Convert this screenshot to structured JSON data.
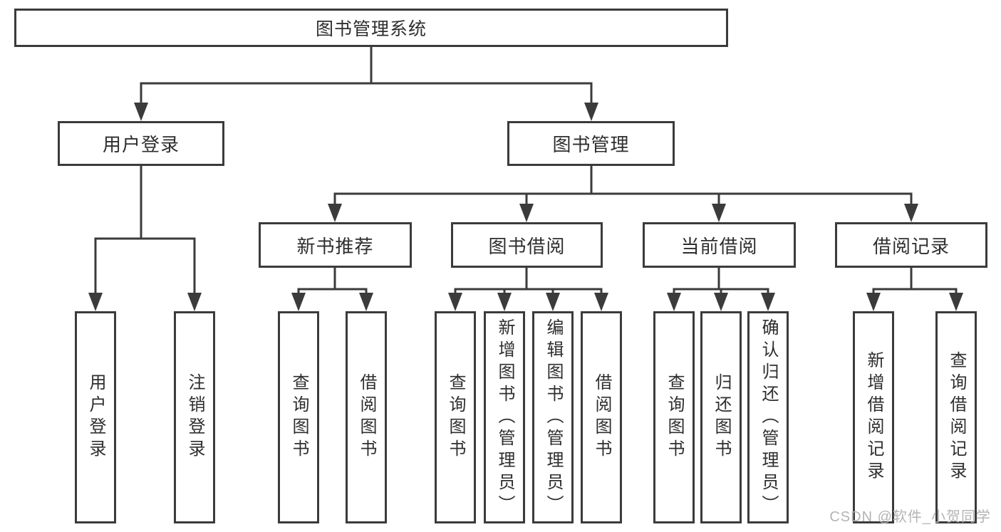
{
  "diagram": {
    "root": {
      "label": "图书管理系统"
    },
    "level2": [
      {
        "id": "user-login",
        "label": "用户登录"
      },
      {
        "id": "book-management",
        "label": "图书管理"
      }
    ],
    "level3": [
      {
        "id": "new-book-recommendation",
        "label": "新书推荐"
      },
      {
        "id": "book-borrowing",
        "label": "图书借阅"
      },
      {
        "id": "current-borrowing",
        "label": "当前借阅"
      },
      {
        "id": "borrowing-records",
        "label": "借阅记录"
      }
    ],
    "leaves": {
      "userLogin": [
        {
          "label": "用户登录"
        },
        {
          "label": "注销登录"
        }
      ],
      "newBookRecommendation": [
        {
          "label": "查询图书"
        },
        {
          "label": "借阅图书"
        }
      ],
      "bookBorrowing": [
        {
          "label": "查询图书"
        },
        {
          "label": "新增图书（管理员）"
        },
        {
          "label": "编辑图书（管理员）"
        },
        {
          "label": "借阅图书"
        }
      ],
      "currentBorrowing": [
        {
          "label": "查询图书"
        },
        {
          "label": "归还图书"
        },
        {
          "label": "确认归还（管理员）"
        }
      ],
      "borrowingRecords": [
        {
          "label": "新增借阅记录"
        },
        {
          "label": "查询借阅记录"
        }
      ]
    }
  },
  "watermark": "CSDN @软件_小贺同学",
  "colors": {
    "line": "#3b3b3b",
    "text": "#2e2e2e",
    "background": "#ffffff",
    "watermark": "#b4b4b4"
  }
}
